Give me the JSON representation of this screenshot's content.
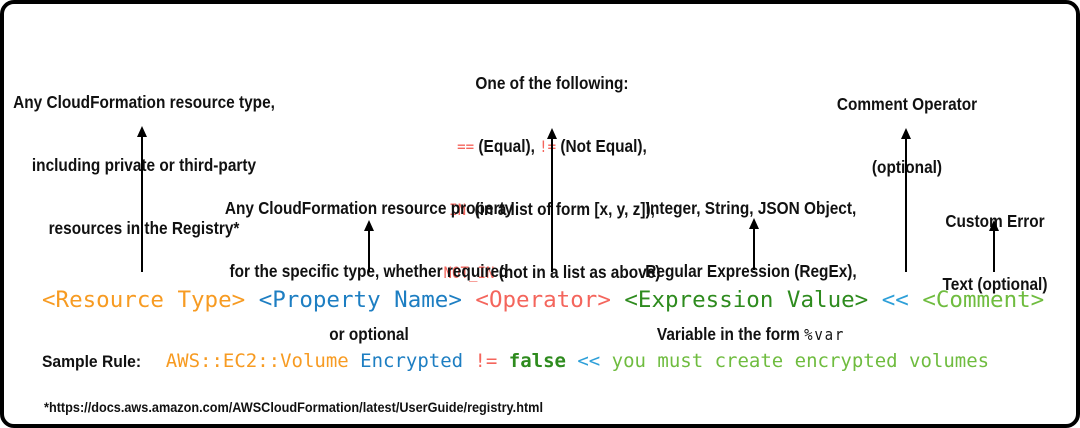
{
  "colors": {
    "orange": "#F79B22",
    "blue": "#1D7EC2",
    "light_blue": "#2D9FD8",
    "red": "#F4655C",
    "dark_green": "#2E8B1E",
    "light_green": "#6FBC3F"
  },
  "annotations": {
    "resource_type": {
      "line1": "Any CloudFormation resource type,",
      "line2": "including private or third-party",
      "line3": "resources in the Registry*"
    },
    "property_name": {
      "line1": "Any CloudFormation resource property",
      "line2": "for the specific type, whether required",
      "line3": "or optional"
    },
    "operator": {
      "title": "One of the following:",
      "eq_code": "==",
      "eq_desc": " (Equal), ",
      "neq_code": "!=",
      "neq_desc": " (Not Equal),",
      "in_code": "IN",
      "in_desc": "  (in a list of form [x, y, z]),",
      "not_in_code": "NOT_IN",
      "not_in_desc": " (not in a list as above)"
    },
    "expression_value": {
      "line1": "Integer, String, JSON Object,",
      "line2": "Regular Expression (RegEx),",
      "line3_text": "Variable in the form ",
      "line3_code": "%var"
    },
    "comment_operator": {
      "line1": "Comment Operator",
      "line2": "(optional)"
    },
    "custom_error": {
      "line1": "Custom Error",
      "line2": "Text (optional)"
    }
  },
  "syntax": {
    "resource_type": "<Resource Type>",
    "property_name": "<Property Name>",
    "operator": "<Operator>",
    "expression_value": "<Expression Value>",
    "comment_op": "<<",
    "comment": "<Comment>"
  },
  "sample": {
    "label": "Sample Rule:",
    "resource": "AWS::EC2::Volume",
    "property": "Encrypted",
    "operator": "!=",
    "value": "false",
    "comment_op": "<<",
    "comment": "you must create encrypted volumes"
  },
  "footnote": "*https://docs.aws.amazon.com/AWSCloudFormation/latest/UserGuide/registry.html"
}
